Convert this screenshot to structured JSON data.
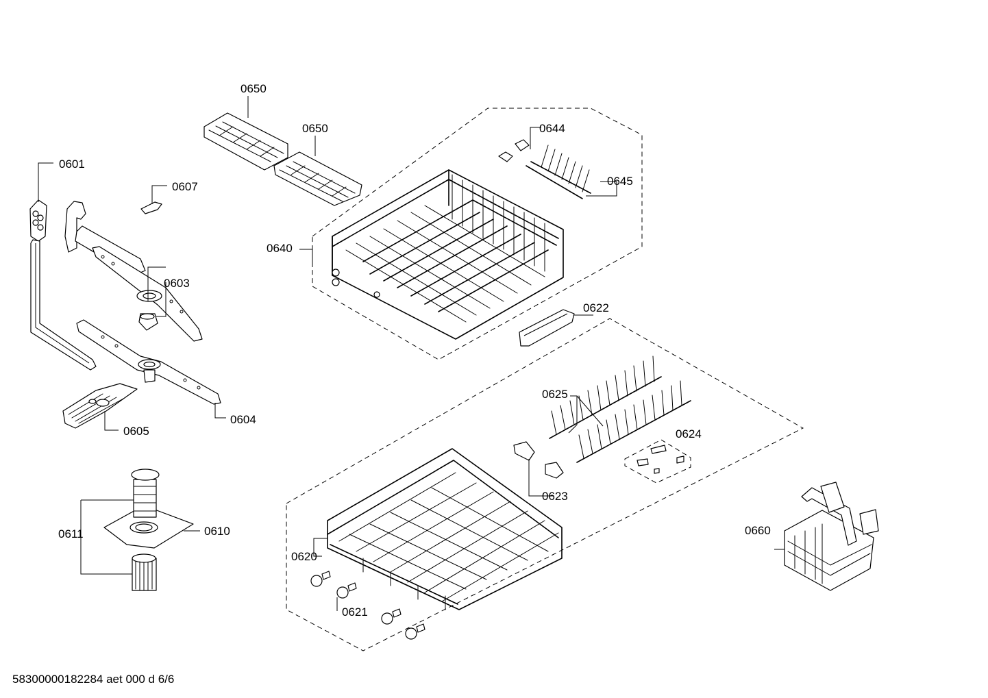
{
  "diagram": {
    "labels": {
      "p0601": "0601",
      "p0603": "0603",
      "p0604": "0604",
      "p0605": "0605",
      "p0607": "0607",
      "p0610": "0610",
      "p0611": "0611",
      "p0620": "0620",
      "p0621": "0621",
      "p0622": "0622",
      "p0623": "0623",
      "p0624": "0624",
      "p0625": "0625",
      "p0640": "0640",
      "p0644": "0644",
      "p0645": "0645",
      "p0650a": "0650",
      "p0650b": "0650",
      "p0660": "0660"
    },
    "footer": "58300000182284 aet 000 d 6/6"
  }
}
